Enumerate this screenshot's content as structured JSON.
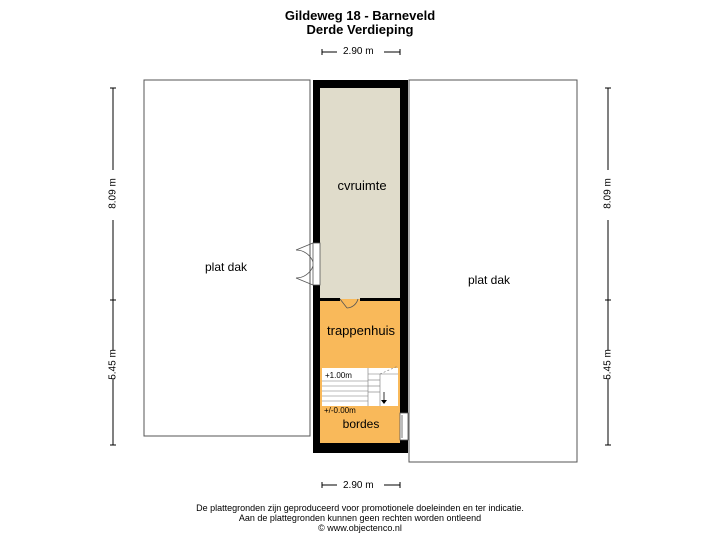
{
  "header": {
    "title": "Gildeweg 18 - Barneveld",
    "subtitle": "Derde Verdieping"
  },
  "dimensions": {
    "top_width": "2.90 m",
    "bottom_width": "2.90 m",
    "left_upper": "8.09 m",
    "left_lower": "5.45 m",
    "right_upper": "8.09 m",
    "right_lower": "5.45 m"
  },
  "rooms": {
    "roof_left": "plat dak",
    "roof_right": "plat dak",
    "storage": "cvruimte",
    "stairwell": "trappenhuis",
    "landing": "bordes"
  },
  "levels": {
    "upper": "+1.00m",
    "lower": "+/-0.00m"
  },
  "colors": {
    "storage_fill": "#e0dccb",
    "stair_fill": "#f9b95a",
    "wall": "#000000"
  },
  "footer": {
    "line1": "De plattegronden zijn geproduceerd voor promotionele doeleinden en ter indicatie.",
    "line2": "Aan de plattegronden kunnen geen rechten worden ontleend",
    "line3": "© www.objectenco.nl"
  }
}
